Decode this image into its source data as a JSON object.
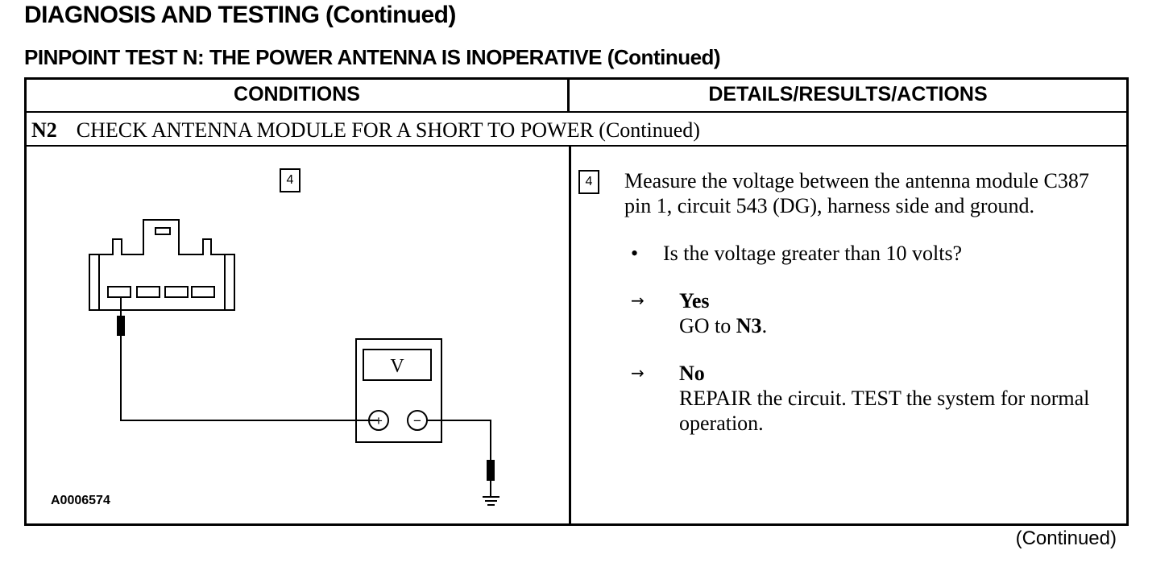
{
  "header": {
    "title": "DIAGNOSIS AND TESTING (Continued)",
    "subtitle": "PINPOINT TEST N:  THE POWER ANTENNA IS INOPERATIVE (Continued)"
  },
  "table": {
    "col_conditions": "CONDITIONS",
    "col_details": "DETAILS/RESULTS/ACTIONS",
    "step": {
      "id": "N2",
      "title": "CHECK ANTENNA MODULE FOR A SHORT TO POWER (Continued)"
    },
    "substep": "4",
    "diagram": {
      "meter_label": "V",
      "plus": "+",
      "minus": "−",
      "figure_id": "A0006574"
    },
    "details": {
      "instruction": "Measure the voltage between the antenna module C387 pin 1, circuit 543 (DG), harness side and ground.",
      "question": "Is the voltage greater than 10 volts?",
      "bullet": "•",
      "arrow": "→",
      "yes_label": "Yes",
      "yes_action_prefix": "GO to ",
      "yes_action_target": "N3",
      "yes_action_suffix": ".",
      "no_label": "No",
      "no_action": "REPAIR the circuit. TEST the system for normal operation."
    }
  },
  "footer": {
    "continued": "(Continued)"
  }
}
